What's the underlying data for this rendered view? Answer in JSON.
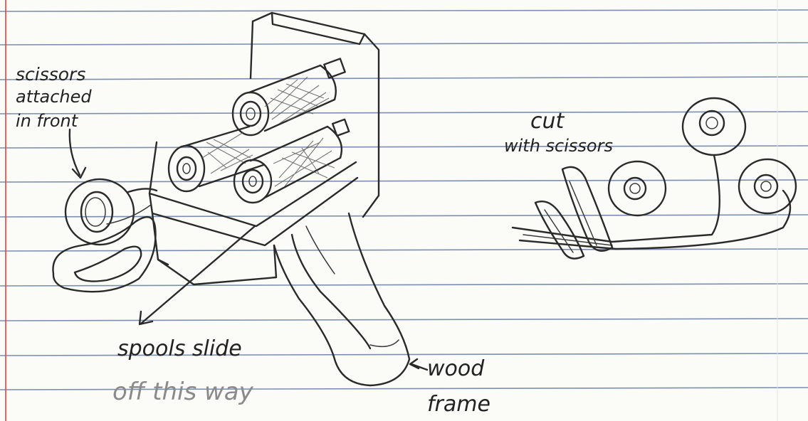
{
  "labels": {
    "scissors": [
      "scissors",
      "attached",
      "in front"
    ],
    "cut": [
      "cut",
      "with scissors"
    ],
    "spools_slide": "spools slide",
    "off_this_way": "off this way",
    "wood": "wood",
    "frame": "frame"
  },
  "colors": {
    "paper": "#fbfbf8",
    "rule_line": "#7c8fb0",
    "margin_line": "#d84848",
    "ink": "#2a2a2a",
    "pencil": "#8a8a8a"
  }
}
